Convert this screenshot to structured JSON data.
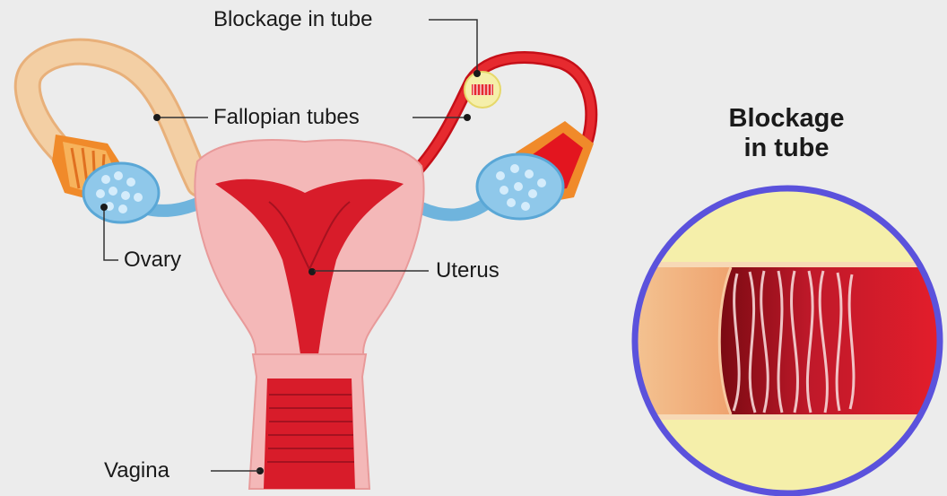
{
  "labels": {
    "blockage": "Blockage in tube",
    "fallopian": "Fallopian tubes",
    "ovary": "Ovary",
    "uterus": "Uterus",
    "vagina": "Vagina"
  },
  "inset": {
    "title_line1": "Blockage",
    "title_line2": "in tube"
  },
  "colors": {
    "background": "#ececec",
    "uterus_outer": "#f4b8b8",
    "uterus_inner": "#d81c2a",
    "tube_left": "#f1c79b",
    "tube_right": "#e3151f",
    "ovary": "#8fc8ea",
    "fimbriae": "#f08a2a",
    "inset_ring": "#5b52dc",
    "inset_field": "#f5efaa"
  }
}
